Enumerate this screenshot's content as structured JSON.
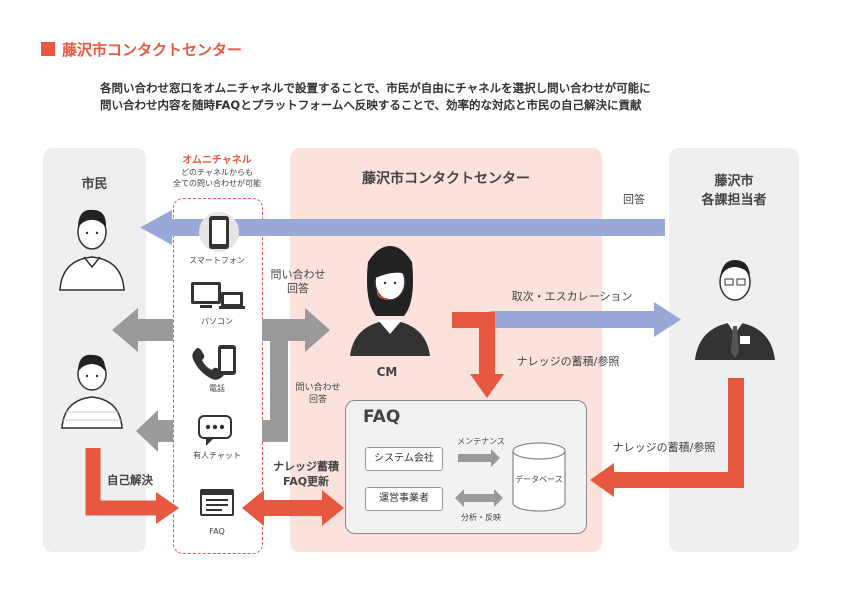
{
  "header": {
    "title": "藤沢市コンタクトセンター",
    "description_line1": "各問い合わせ窓口をオムニチャネルで設置することで、市民が自由にチャネルを選択し問い合わせが可能に",
    "description_line2": "問い合わせ内容を随時FAQとプラットフォームへ反映することで、効率的な対応と市民の自己解決に貢献"
  },
  "citizen": {
    "title": "市民",
    "self_solve": "自己解決"
  },
  "omni": {
    "title": "オムニチャネル",
    "subtitle_line1": "どのチャネルからも",
    "subtitle_line2": "全ての問い合わせが可能",
    "channels": [
      {
        "label": "スマートフォン",
        "icon": "smartphone-icon"
      },
      {
        "label": "パソコン",
        "icon": "computer-icon"
      },
      {
        "label": "電話",
        "icon": "phone-icon"
      },
      {
        "label": "有人チャット",
        "icon": "chat-icon"
      },
      {
        "label": "FAQ",
        "icon": "faq-icon"
      }
    ]
  },
  "center": {
    "title": "藤沢市コンタクトセンター",
    "inquiry_answer_line1": "問い合わせ",
    "inquiry_answer_line2": "回答",
    "inquiry_answer2_line1": "問い合わせ",
    "inquiry_answer2_line2": "回答",
    "operator_label": "CM",
    "knowledge_accumulate_ref": "ナレッジの蓄積/参照",
    "escalation": "取次・エスカレーション",
    "knowledge_faq_line1": "ナレッジ蓄積",
    "knowledge_faq_line2": "FAQ更新"
  },
  "faq": {
    "title": "FAQ",
    "system_company": "システム会社",
    "operator_company": "運営事業者",
    "maintenance": "メンテナンス",
    "analysis": "分析・反映",
    "database": "データベース"
  },
  "staff": {
    "title_line1": "藤沢市",
    "title_line2": "各課担当者",
    "answer": "回答",
    "knowledge_ref": "ナレッジの蓄積/参照"
  },
  "colors": {
    "accent": "#e8573f",
    "blue_arrow": "#98a9d8",
    "gray_arrow": "#9a9a9a",
    "center_bg": "#fbe2dc",
    "panel_bg": "#efefef"
  }
}
